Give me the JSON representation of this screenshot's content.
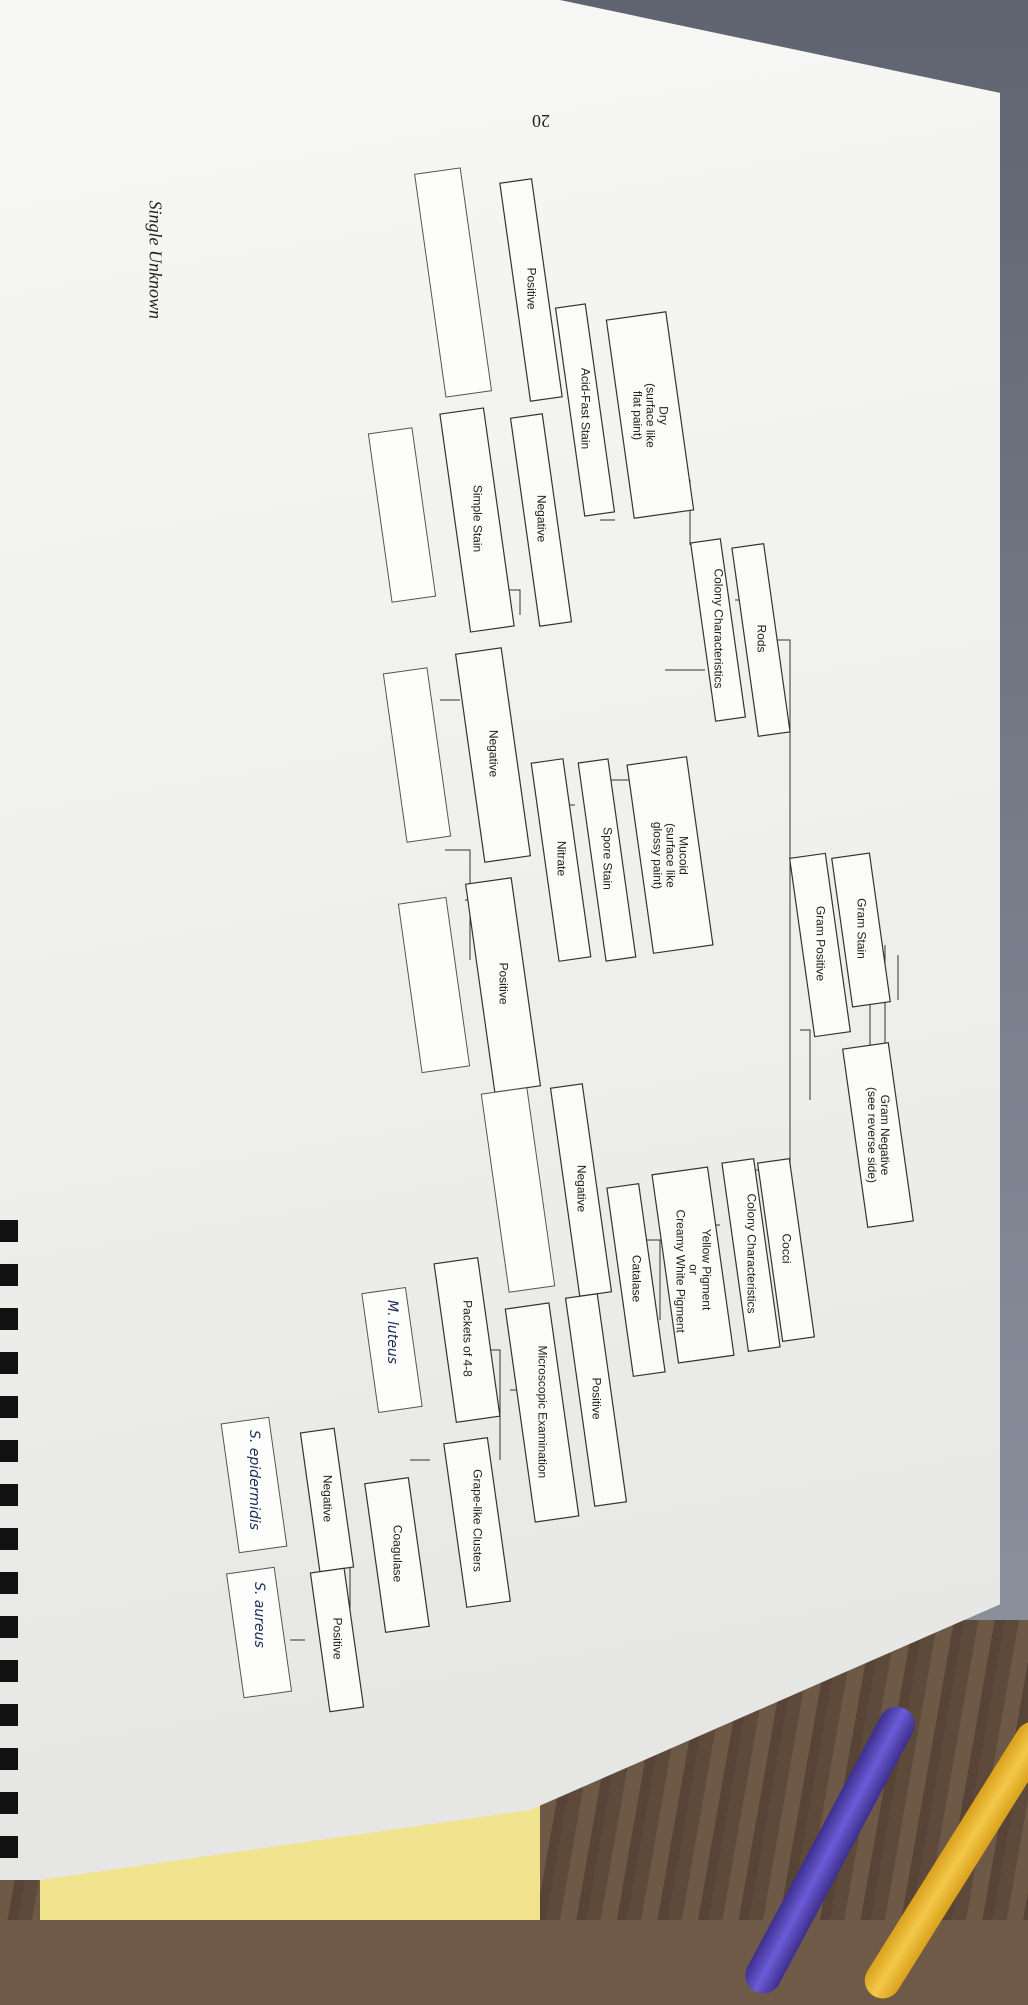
{
  "page": {
    "title": "Single Unknown",
    "page_number": "20"
  },
  "nodes": [
    {
      "id": "gram-stain",
      "label": "Gram Stain"
    },
    {
      "id": "gram-positive",
      "label": "Gram Positive"
    },
    {
      "id": "gram-negative",
      "label": "Gram Negative\n(see reverse side)"
    },
    {
      "id": "rods",
      "label": "Rods"
    },
    {
      "id": "cocci",
      "label": "Cocci"
    },
    {
      "id": "colony-rods",
      "label": "Colony Characteristics"
    },
    {
      "id": "dry",
      "label": "Dry\n(surface like\nflat paint)"
    },
    {
      "id": "mucoid",
      "label": "Mucoid\n(surface like\nglossy paint)"
    },
    {
      "id": "acid-fast",
      "label": "Acid-Fast Stain"
    },
    {
      "id": "af-positive",
      "label": "Positive"
    },
    {
      "id": "af-negative",
      "label": "Negative"
    },
    {
      "id": "simple-stain",
      "label": "Simple Stain"
    },
    {
      "id": "spore-stain",
      "label": "Spore Stain"
    },
    {
      "id": "nitrate",
      "label": "Nitrate"
    },
    {
      "id": "nit-negative",
      "label": "Negative"
    },
    {
      "id": "nit-positive",
      "label": "Positive"
    },
    {
      "id": "colony-cocci",
      "label": "Colony Characteristics"
    },
    {
      "id": "pigment",
      "label": "Yellow Pigment\nor\nCreamy White Pigment"
    },
    {
      "id": "catalase",
      "label": "Catalase"
    },
    {
      "id": "cat-negative",
      "label": "Negative"
    },
    {
      "id": "cat-positive",
      "label": "Positive"
    },
    {
      "id": "microscopic",
      "label": "Microscopic Examination"
    },
    {
      "id": "packets",
      "label": "Packets of 4-8"
    },
    {
      "id": "grape",
      "label": "Grape-like Clusters"
    },
    {
      "id": "coagulase",
      "label": "Coagulase"
    },
    {
      "id": "coag-negative",
      "label": "Negative"
    },
    {
      "id": "coag-positive",
      "label": "Positive"
    }
  ],
  "handwritten": {
    "m_luteus": "M. luteus",
    "s_epidermidis": "S. epidermidis",
    "s_aureus": "S. aureus"
  }
}
